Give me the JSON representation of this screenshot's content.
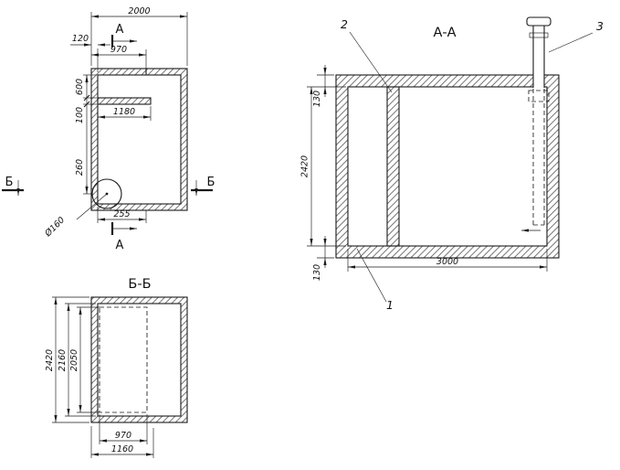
{
  "colors": {
    "line": "#1a1a1a",
    "background": "#ffffff"
  },
  "plan": {
    "section_marker_a": "А",
    "section_marker_b": "Б",
    "dims": {
      "total_width": "2000",
      "left_offset": "120",
      "opening_width": "970",
      "top_to_partition": "600",
      "partition_thickness": "100",
      "partition_length": "1180",
      "to_vent_center": "260",
      "vent_offset": "255",
      "vent_diameter": "Ø160"
    }
  },
  "section_aa": {
    "title": "А-А",
    "callouts": {
      "bottom_slab": "1",
      "partition": "2",
      "vent_pipe": "3"
    },
    "dims": {
      "top_wall": "130",
      "inner_height": "2420",
      "bottom_wall": "130",
      "inner_length": "3000"
    }
  },
  "section_bb": {
    "title": "Б-Б",
    "dims": {
      "outer_height": "2420",
      "inner_height": "2160",
      "opening_height": "2050",
      "opening_width": "970",
      "opening_outer_width": "1160"
    }
  }
}
